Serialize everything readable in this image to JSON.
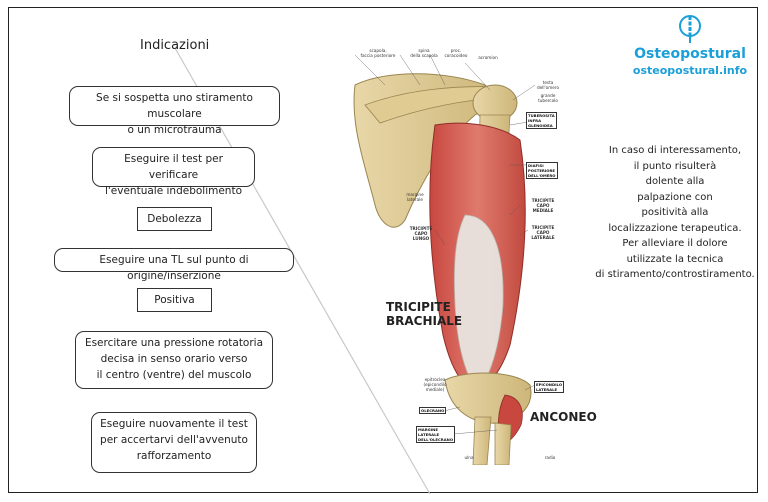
{
  "heading": "Indicazioni",
  "steps": [
    {
      "lines": [
        "Se si sospetta uno stiramento muscolare",
        "o un microtrauma"
      ]
    },
    {
      "lines": [
        "Eseguire il test per verificare",
        "l'eventuale indebolimento"
      ]
    },
    {
      "lines": [
        "Debolezza"
      ]
    },
    {
      "lines": [
        "Eseguire una TL sul punto di origine/inserzione"
      ]
    },
    {
      "lines": [
        "Positiva"
      ]
    },
    {
      "lines": [
        "Esercitare una pressione rotatoria",
        "decisa in senso orario verso",
        "il centro (ventre) del muscolo"
      ]
    },
    {
      "lines": [
        "Eseguire nuovamente il test",
        "per accertarvi dell'avvenuto",
        "rafforzamento"
      ]
    }
  ],
  "logo": {
    "name": "Osteopostural",
    "url": "osteopostural.info",
    "color": "#1a9fd8"
  },
  "note": {
    "lines": [
      "In caso di interessamento,",
      "il punto risulterà",
      "dolente alla",
      "palpazione con",
      "positività alla",
      "localizzazione terapeutica.",
      "Per alleviare il dolore",
      "utilizzate la tecnica",
      "di stiramento/controstiramento."
    ]
  },
  "anatomy": {
    "main_label": [
      "TRICIPITE",
      "BRACHIALE"
    ],
    "secondary_label": "ANCONEO",
    "labels": {
      "scapola": [
        "scapola,",
        "faccia posteriore"
      ],
      "spina": [
        "spina",
        "della scapola"
      ],
      "proc": [
        "proc.",
        "coracoideo"
      ],
      "acromion": [
        "acromion"
      ],
      "testa": [
        "testa",
        "dell'omero"
      ],
      "tuberosita": [
        "grande",
        "tubercolo"
      ],
      "margine_laterale": [
        "margine",
        "laterale"
      ],
      "epitroclea": [
        "epitroclea",
        "(epicondilo",
        "mediale)"
      ],
      "ulna": [
        "ulna"
      ],
      "radio": [
        "radio"
      ]
    },
    "boxed_labels": {
      "infraglenoidea": [
        "TUBEROSITÀ",
        "INFRA",
        "GLENOIDEA"
      ],
      "diafisi": [
        "DIAFISI",
        "POSTERIORE",
        "DELL'OMERO"
      ],
      "capo_mediale": [
        "TRICIPITE",
        "CAPO",
        "MEDIALE"
      ],
      "capo_laterale": [
        "TRICIPITE",
        "CAPO",
        "LATERALE"
      ],
      "capo_lungo": [
        "TRICIPITE",
        "CAPO",
        "LUNGO"
      ],
      "epicondilo": [
        "EPICONDILO",
        "LATERALE"
      ],
      "olecrano": [
        "OLECRANO"
      ],
      "margine_olecrano": [
        "MARGINE",
        "LATERALE",
        "DELL'OLECRANO"
      ]
    }
  }
}
